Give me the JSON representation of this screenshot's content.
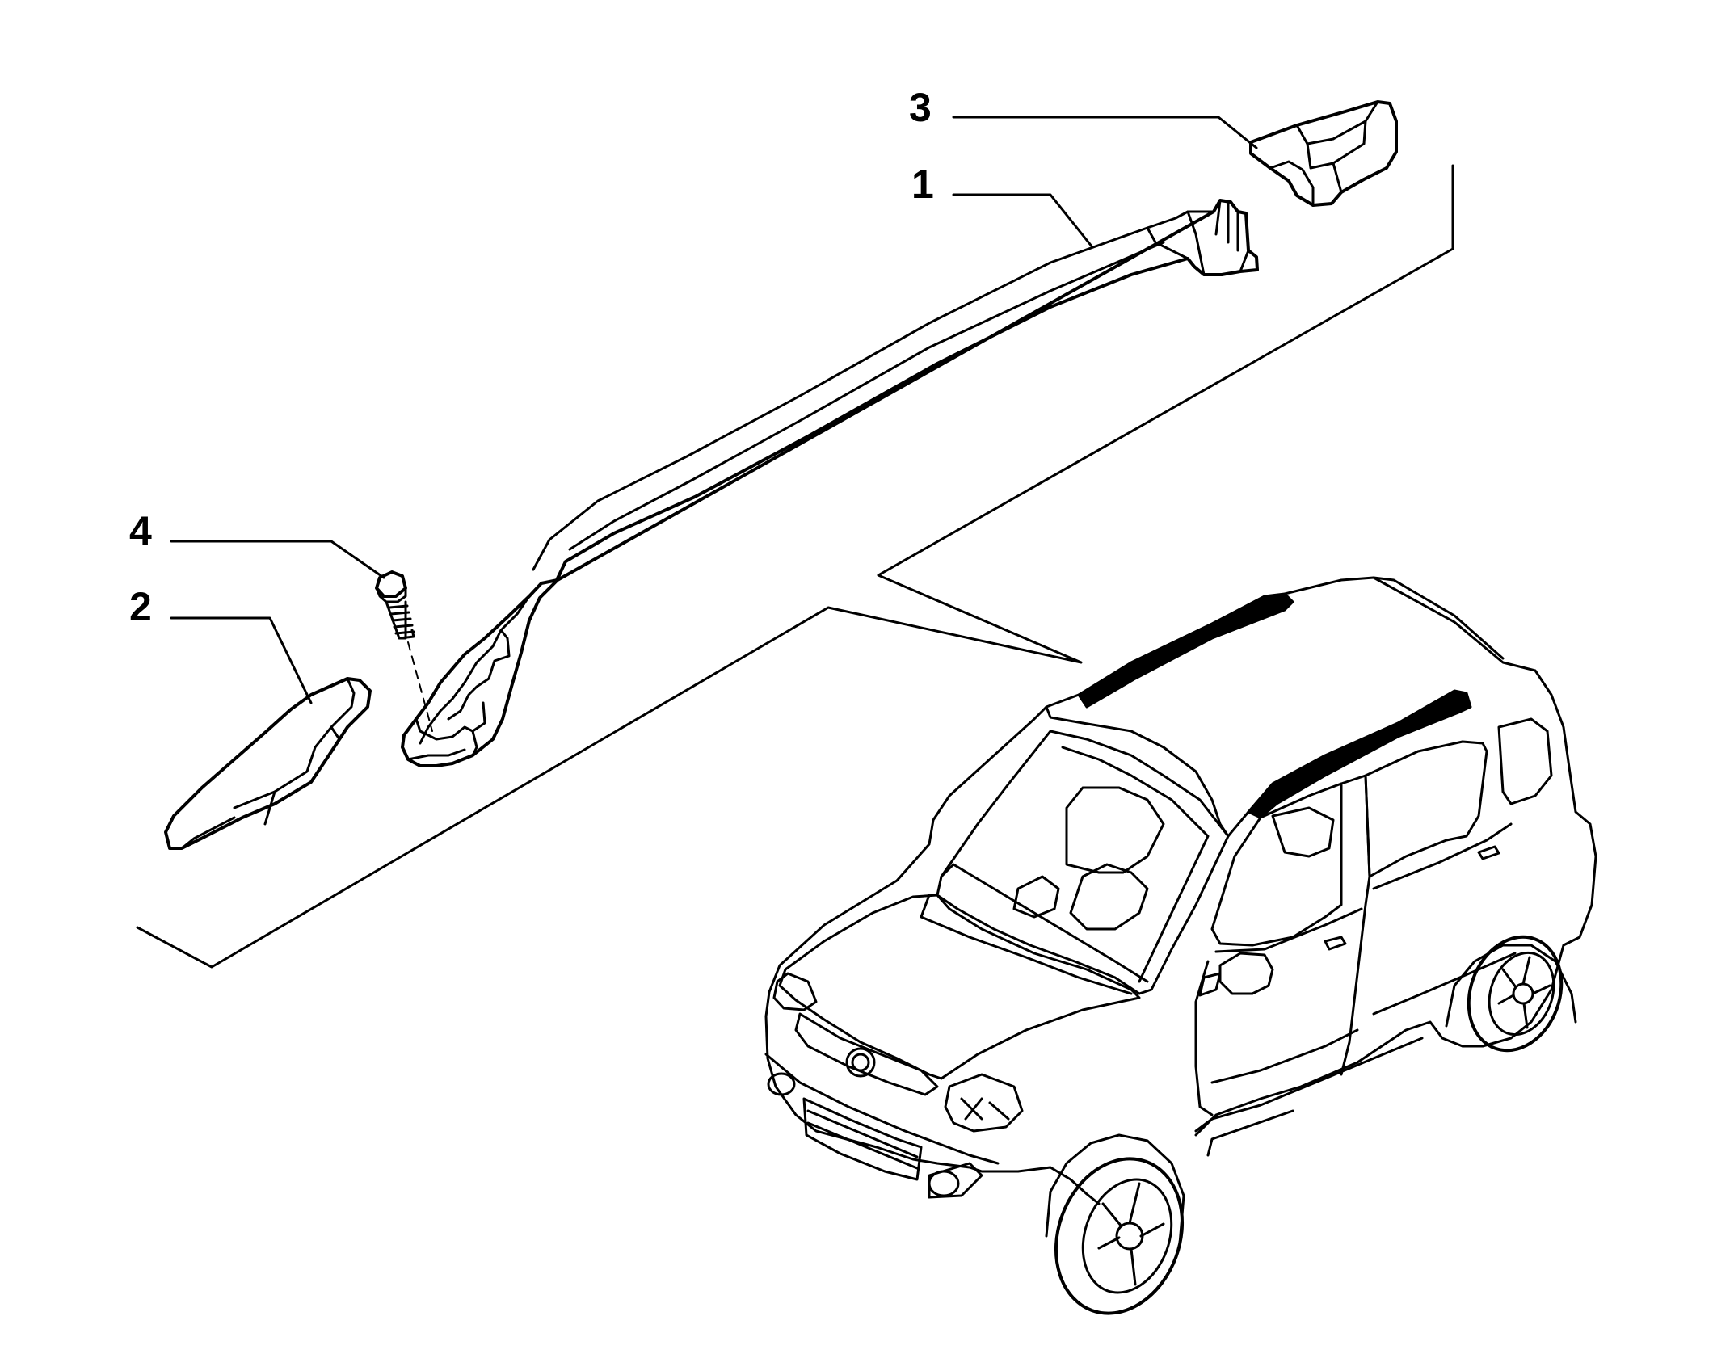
{
  "diagram": {
    "callouts": [
      {
        "number": "1",
        "part": "roof-rail"
      },
      {
        "number": "2",
        "part": "end-cap-front"
      },
      {
        "number": "3",
        "part": "end-cap-rear"
      },
      {
        "number": "4",
        "part": "bolt"
      }
    ],
    "colors": {
      "line": "#000000",
      "background": "#ffffff",
      "rail_on_car": "#000000"
    }
  }
}
